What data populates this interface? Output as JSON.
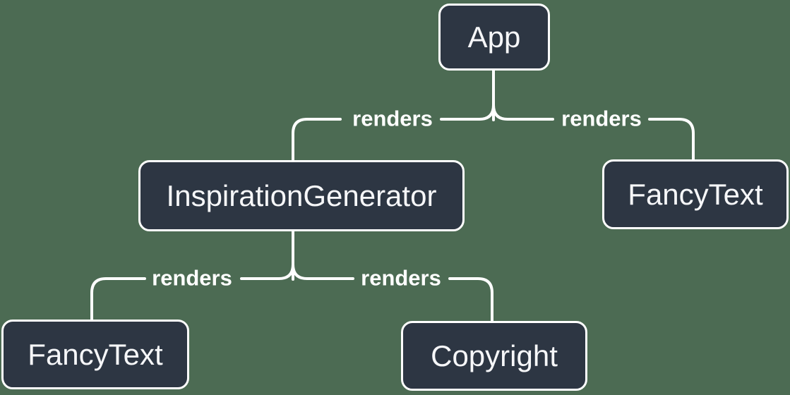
{
  "colors": {
    "background": "#4c6b53",
    "node_fill": "#2d3643",
    "node_border": "#ffffff",
    "node_text": "#f6f7f9",
    "edge_line": "#ffffff",
    "edge_text": "#ffffff"
  },
  "nodes": {
    "app": {
      "label": "App"
    },
    "inspiration_generator": {
      "label": "InspirationGenerator"
    },
    "fancy_text_top": {
      "label": "FancyText"
    },
    "fancy_text_bottom": {
      "label": "FancyText"
    },
    "copyright_node": {
      "label": "Copyright"
    }
  },
  "edges": {
    "app_to_inspiration_generator": {
      "label": "renders"
    },
    "app_to_fancy_text": {
      "label": "renders"
    },
    "inspiration_generator_to_fancy_text": {
      "label": "renders"
    },
    "inspiration_generator_to_copyright": {
      "label": "renders"
    }
  }
}
